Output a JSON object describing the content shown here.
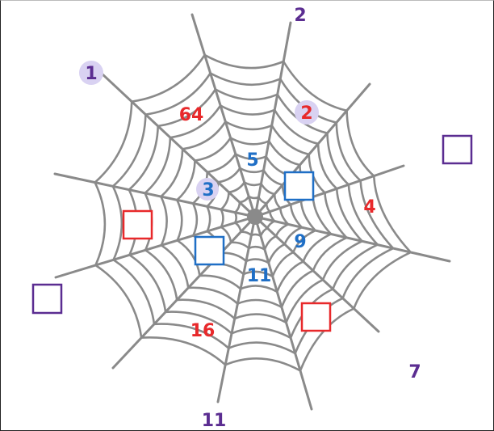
{
  "colors": {
    "web": "#8a8a8a",
    "red": "#e8292b",
    "blue": "#1f6fc6",
    "purple": "#5b2d91",
    "highlight": "#d9d2f2"
  },
  "outer_labels": {
    "top": "2",
    "top_left": "1",
    "bottom_right": "7",
    "bottom": "11"
  },
  "red_numbers": {
    "upper_left": "64",
    "upper_right": "2",
    "right": "4",
    "lower_left": "16"
  },
  "blue_numbers": {
    "top": "5",
    "left": "3",
    "right": "9",
    "bottom": "11"
  }
}
